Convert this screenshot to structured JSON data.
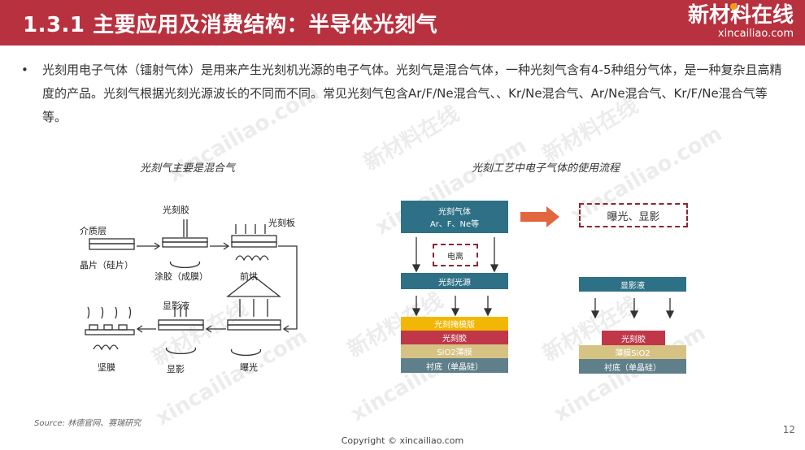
{
  "header": {
    "title": "1.3.1 主要应用及消费结构：半导体光刻气",
    "logo_main": "新材料在线",
    "logo_sub": "xincailiao.com"
  },
  "body": {
    "bullet": "光刻用电子气体（镭射气体）是用来产生光刻机光源的电子气体。光刻气是混合气体，一种光刻气含有4-5种组分气体，是一种复杂且高精度的产品。光刻气根据光刻光源波长的不同而不同。常见光刻气包含Ar/F/Ne混合气、、Kr/Ne混合气、Ar/Ne混合气、Kr/F/Ne混合气等等。"
  },
  "left_diagram": {
    "caption": "光刻气主要是混合气",
    "labels": {
      "dielectric": "介质层",
      "resist": "光刻胶",
      "mask": "光刻板",
      "wafer": "晶片（硅片）",
      "coat": "涂胶（成膜）",
      "bake": "前烘",
      "developer": "显影液",
      "develop": "显影",
      "expose": "曝光",
      "harden": "坚膜"
    }
  },
  "right_diagram": {
    "caption": "光刻工艺中电子气体的使用流程",
    "gas_line1": "光刻气体",
    "gas_line2": "Ar、F、Ne等",
    "exposure_dev": "曝光、显影",
    "ionize": "电离",
    "light_source": "光刻光源",
    "developer": "显影液",
    "left_stack": [
      "光刻掩模版",
      "光刻胶",
      "SiO2薄膜",
      "衬底（单晶硅）"
    ],
    "right_stack": [
      "光刻胶",
      "薄膜SiO2",
      "衬底（单晶硅）"
    ],
    "colors": {
      "teal": "#2e7186",
      "arrow": "#e2673f",
      "mask": "#f2b705",
      "resist": "#c0374a",
      "sio2": "#d6c384",
      "substrate": "#5f7f8a",
      "dash": "#8b2635"
    }
  },
  "footer": {
    "source": "Source:  林德官网、赛瑞研究",
    "copyright": "Copyright © xincailiao.com",
    "page": "12"
  },
  "watermarks": {
    "cn": "新材料在线",
    "en": "xincailiao.com"
  }
}
